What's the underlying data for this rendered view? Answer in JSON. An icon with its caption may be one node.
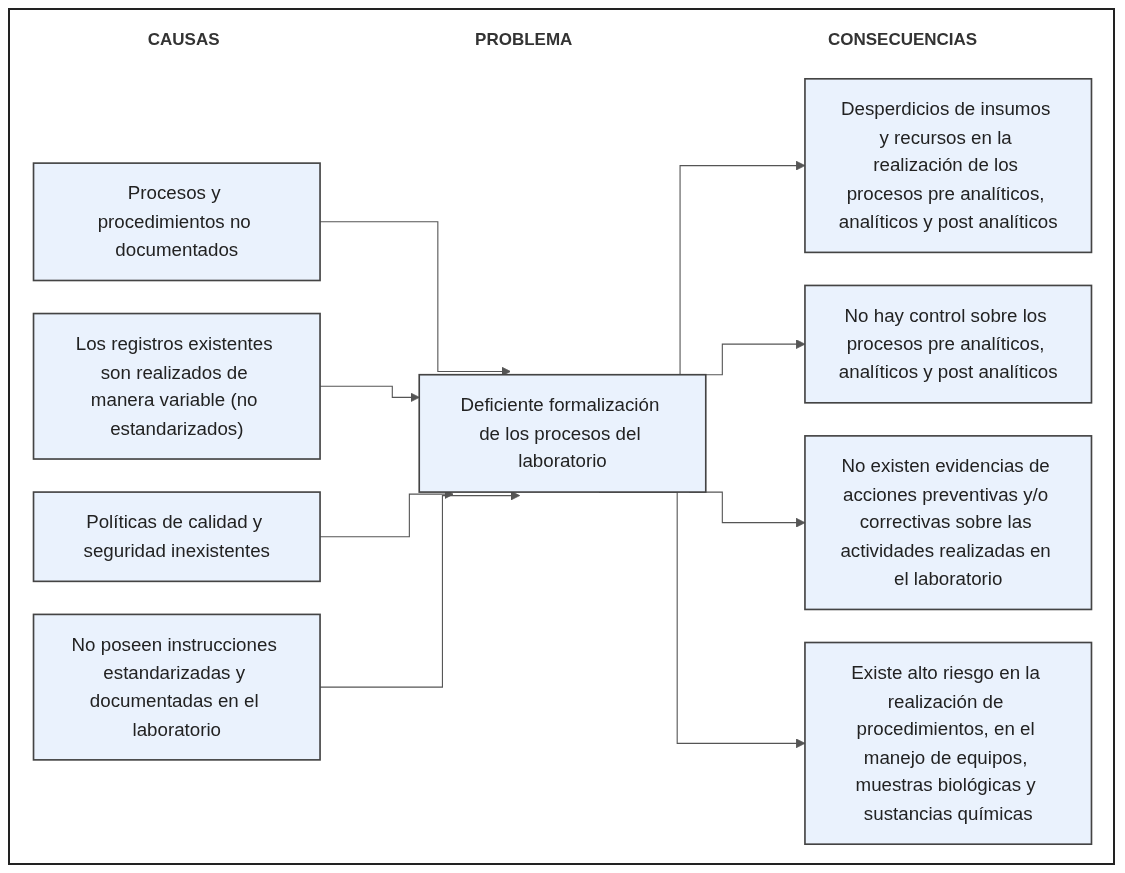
{
  "diagram": {
    "nodes": [
      {
        "text": [
          "Procesos y procedimientos no documentados"
        ]
      },
      {
        "text": [
          "Los registros existentes son realizados de manera variable (no estandarizados)"
        ]
      },
      {
        "text": [
          "Políticas de calidad y seguridad inexistentes"
        ]
      },
      {
        "text": [
          "No poseen instrucciones estandarizadas y documentadas en el laboratorio"
        ]
      },
      {
        "text": [
          "Deficiente formalización de los procesos del laboratorio"
        ]
      },
      {
        "text": [
          "Desperdicios de insumos y recursos en la realización de los procesos pre analíticos, analíticos y post analíticos"
        ]
      },
      {
        "text": [
          "No hay control sobre los procesos pre analíticos, analíticos y post analíticos"
        ]
      },
      {
        "text": [
          "No existen evidencias de acciones preventivas y/o correctivas sobre las actividades realizadas en el laboratorio"
        ]
      },
      {
        "text": [
          "Existe alto riesgo en la realización de procedimientos, en el manejo de equipos, muestras biológicas y sustancias químicas"
        ]
      }
    ],
    "edges": [
      {
        "from": 0,
        "to": 4,
        "arrow": "to"
      },
      {
        "from": 1,
        "to": 4,
        "arrow": "to"
      },
      {
        "from": 2,
        "to": 4,
        "arrow": "to"
      },
      {
        "from": 3,
        "to": 4,
        "arrow": "to"
      },
      {
        "from": 4,
        "to": 5,
        "arrow": "to"
      },
      {
        "from": 4,
        "to": 6,
        "arrow": "to"
      },
      {
        "from": 4,
        "to": 7,
        "arrow": "to"
      },
      {
        "from": 4,
        "to": 8,
        "arrow": "to"
      }
    ],
    "labels": [
      "CAUSAS",
      "PROBLEMA",
      "CONSECUENCIAS"
    ]
  }
}
